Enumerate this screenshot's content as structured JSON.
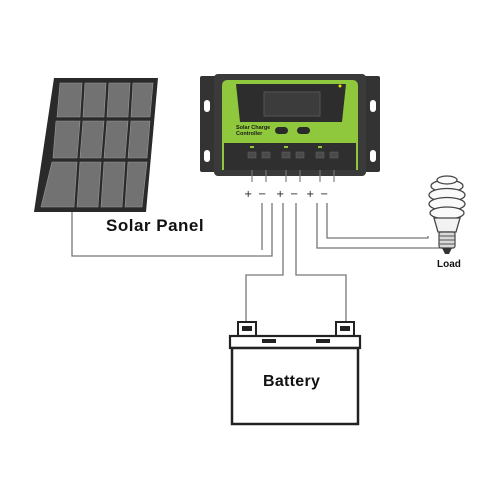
{
  "labels": {
    "solar_panel": "Solar Panel",
    "controller": "Solar Charge Controller",
    "battery": "Battery",
    "load": "Load"
  },
  "terminals": {
    "solar_pos": "+",
    "solar_neg": "−",
    "battery_pos": "+",
    "battery_neg": "−",
    "load_pos": "+",
    "load_neg": "−"
  },
  "colors": {
    "controller_green": "#8fc83c",
    "controller_dark": "#3a3a3a",
    "panel_cell": "#6f6f6f",
    "panel_frame": "#2a2a2a",
    "wire": "#777777"
  }
}
